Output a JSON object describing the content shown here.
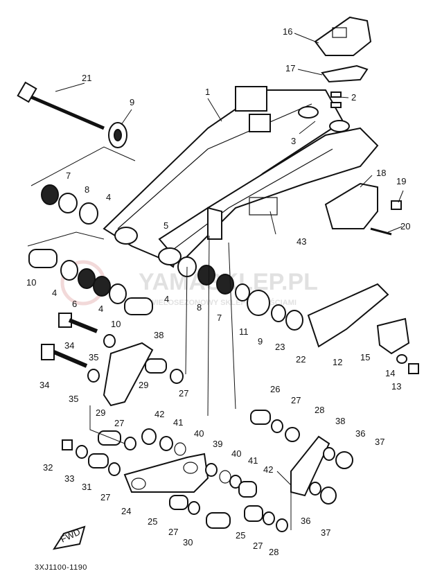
{
  "diagram_code": "3XJ1100-1190",
  "direction_label": "FWD",
  "watermark": {
    "title": "YAMASKLEP.PL",
    "subtitle": "WIELOSEZONOWY SKLEP Z CZĘŚCIAMI"
  },
  "callouts": [
    "1",
    "2",
    "3",
    "4",
    "5",
    "6",
    "7",
    "8",
    "9",
    "10",
    "11",
    "12",
    "13",
    "14",
    "15",
    "16",
    "17",
    "18",
    "19",
    "20",
    "21",
    "22",
    "23",
    "24",
    "25",
    "26",
    "27",
    "28",
    "29",
    "30",
    "31",
    "32",
    "33",
    "34",
    "35",
    "36",
    "37",
    "38",
    "39",
    "40",
    "41",
    "42",
    "43"
  ]
}
